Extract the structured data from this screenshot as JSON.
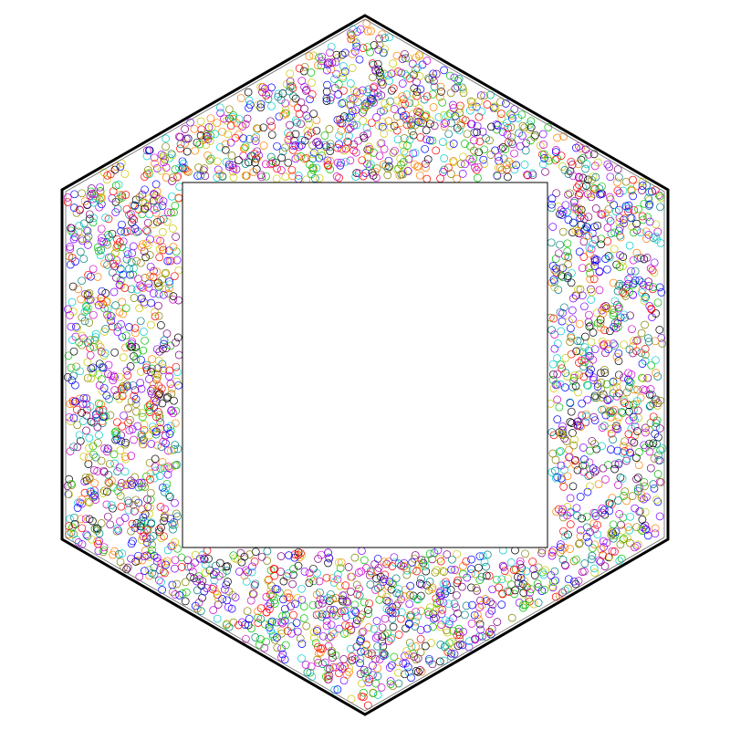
{
  "diagram": {
    "type": "particle-packing",
    "outer_boundary": "hexagon",
    "inner_obstacle": "square",
    "particle_shape": "circle-outline",
    "particle_colors": [
      "#000000",
      "#0000ff",
      "#00c000",
      "#ff0000",
      "#00cccc",
      "#cc00cc",
      "#c8c800",
      "#7f00ff",
      "#ff7f00",
      "#008080",
      "#808000",
      "#800080"
    ],
    "boundary_color": "#000000",
    "background_color": "#ffffff"
  }
}
